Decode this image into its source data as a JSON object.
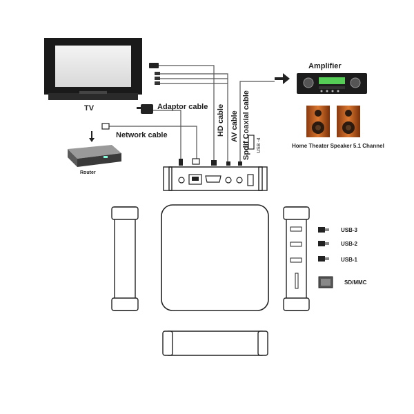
{
  "labels": {
    "tv": "TV",
    "adaptor_cable": "Adaptor cable",
    "network_cable": "Network cable",
    "router": "Router",
    "hd_cable": "HD cable",
    "av_cable": "AV cable",
    "spdif_coaxial_cable": "Spdif Coaxial cable",
    "usb4": "USB -4",
    "amplifier": "Amplifier",
    "speaker": "Home Theater Speaker 5.1 Channel",
    "usb3": "USB-3",
    "usb2": "USB-2",
    "usb1": "USB-1",
    "sdmmc": "SD/MMC"
  }
}
